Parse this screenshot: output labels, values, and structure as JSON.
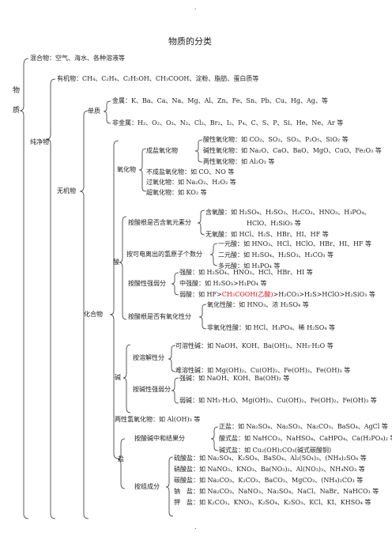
{
  "dot_top": ".",
  "title": "物质的分类",
  "root": {
    "label_1": "物",
    "label_2": "质"
  },
  "mixture": "混合物：空气、海水、各种溶液等",
  "pure": "纯净物",
  "organic": "有机物：CH₄、C₂H₄、C₂H₅OH、CH₃COOH、淀粉、脂肪、蛋白质等",
  "elemental": {
    "label": "单质",
    "metal": "金属：K、Ba、Ca、Na、Mg、Al、Zn、Fe、Sn、Pb、Cu、Hg、Ag、等",
    "nonmetal": "非金属：H₂、O₂、O₃、N₂、Cl₂、Br₂、I₂、P₄、C、S、P、Si、He、Ne、Ar 等"
  },
  "inorganic": "无机物",
  "oxide": {
    "label": "氧化物",
    "salt_forming": "成盐氧化物",
    "acidic": "酸性氧化物：如 CO₂、SO₂、SO₃、P₂O₅、SiO₂ 等",
    "basic": "碱性氧化物：如 Na₂O、CaO、BaO、MgO、CuO、Fe₂O₃ 等",
    "amphoteric": "两性氧化物：如 Al₂O₃ 等",
    "non_salt": "不成盐氧化物：如 CO、NO 等",
    "peroxide": "过氧化物：如 Na₂O₂、H₂O₂ 等",
    "superoxide": "超氧化物：如 KO₂ 等"
  },
  "compound": "化合物",
  "acid": {
    "label": "酸",
    "by_oxygen": "按酸根是否含氧元素分",
    "oxyacid_1": "含氧酸：如 H₂SO₄、H₂SO₃、H₂CO₃、HNO₃、H₃PO₄、",
    "oxyacid_2": "HClO、H₂SiO₃ 等",
    "anoxy": "无氧酸：如 HCl、H₂S、HBr、HI、HF 等",
    "by_h": "按可电离出的氢原子个数分",
    "mono": "一元酸：如 HNO₃、HCl、HClO、HBr、HI、HF 等",
    "di": "二元酸：如 H₂SO₄、H₂SO₃、H₂CO₃ 等",
    "poly": "多元酸：如 H₃PO₄ 等",
    "by_strength": "按酸性强弱分",
    "strong": "强酸：如 H₂SO₄、HNO₃、HCl、HBr、HI 等",
    "medium": "中强酸：如 H₂SO₃>H₃PO₄ 等",
    "weak_prefix": "弱酸：如 HF>",
    "weak_red": "CH₃COOH(乙酸)",
    "weak_suffix": ">H₂CO₃>H₂S>HClO>H₂SiO₃ 等",
    "by_oxidizing": "按酸根是否有氧化性分",
    "oxidizing": "氧化性酸：如 HNO₃、浓 H₂SO₄ 等",
    "non_oxidizing": "非氧化性酸：如 HCl、H₃PO₄、稀 H₂SO₄ 等"
  },
  "base": {
    "label": "碱",
    "by_solubility": "按溶解性分",
    "soluble": "可溶性碱：如 NaOH、KOH、Ba(OH)₂、NH₃·H₂O 等",
    "insoluble": "难溶性碱：如 Mg(OH)₂、Cu(OH)₂、Fe(OH)₂、Fe(OH)₃ 等",
    "by_strength": "按碱性强弱分",
    "strong": "强碱：如 NaOH、KOH、Ba(OH)₂ 等",
    "weak": "弱碱：如 NH₃·H₂O、Mg(OH)₂、Cu(OH)₂、Fe(OH)₂、Fe(OH)₃ 等"
  },
  "amphoteric_hydroxide": "两性氢氧化物：如 Al(OH)₃ 等",
  "salt": {
    "label": "盐",
    "by_neutralization": "按酸碱中和结果分",
    "normal": "正盐：如 Na₂SO₄、Na₂SO₃、Na₂CO₃、BaSO₄、AgCl 等",
    "acid_salt": "酸式盐：如 NaHCO₃、NaHSO₄、CaHPO₄、Ca(H₂PO₄)₂ 等",
    "basic_salt": "碱式盐：如 Cu₂(OH)₂CO₃(碱式碳酸铜)",
    "by_composition": "按组成分",
    "sulfate": "硫酸盐：如 Na₂SO₄、K₂SO₄、BaSO₄、Al₂(SO₄)₃、(NH₄)₂SO₄ 等",
    "nitrate": "硝酸盐：如 NaNO₃、KNO₃、Ba(NO₃)₂、Al(NO₃)₃、NH₄NO₃ 等",
    "carbonate": "碳酸盐：如 Na₂CO₃、K₂CO₃、BaCO₃、MgCO₃、(NH₄)₂CO₃ 等",
    "sodium": "钠　盐：如 Na₂CO₃、NaNO₃、Na₂SO₄、NaCl、NaBr、NaHCO₃ 等",
    "potassium": "钾　盐：如 K₂CO₃、KNO₃、K₂SO₄、K₂SO₃、KCl、KI、KHSO₄ 等"
  },
  "dot_bottom": "."
}
